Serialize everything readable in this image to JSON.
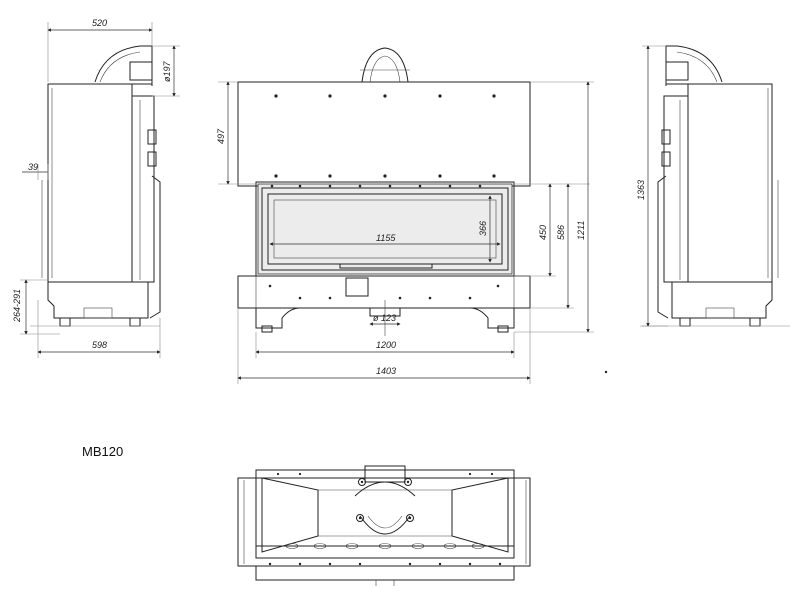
{
  "model": "MB120",
  "dimensions": {
    "side_depth": "520",
    "flue_diameter": "ø197",
    "side_offset": "39",
    "leg_height": "264-291",
    "side_base": "598",
    "front_top": "497",
    "glass_width": "1155",
    "glass_height": "366",
    "door_height": "450",
    "door_frame": "586",
    "total_height_front": "1211",
    "air_inlet": "ø 123",
    "body_width": "1200",
    "total_width": "1403",
    "total_height": "1363"
  }
}
